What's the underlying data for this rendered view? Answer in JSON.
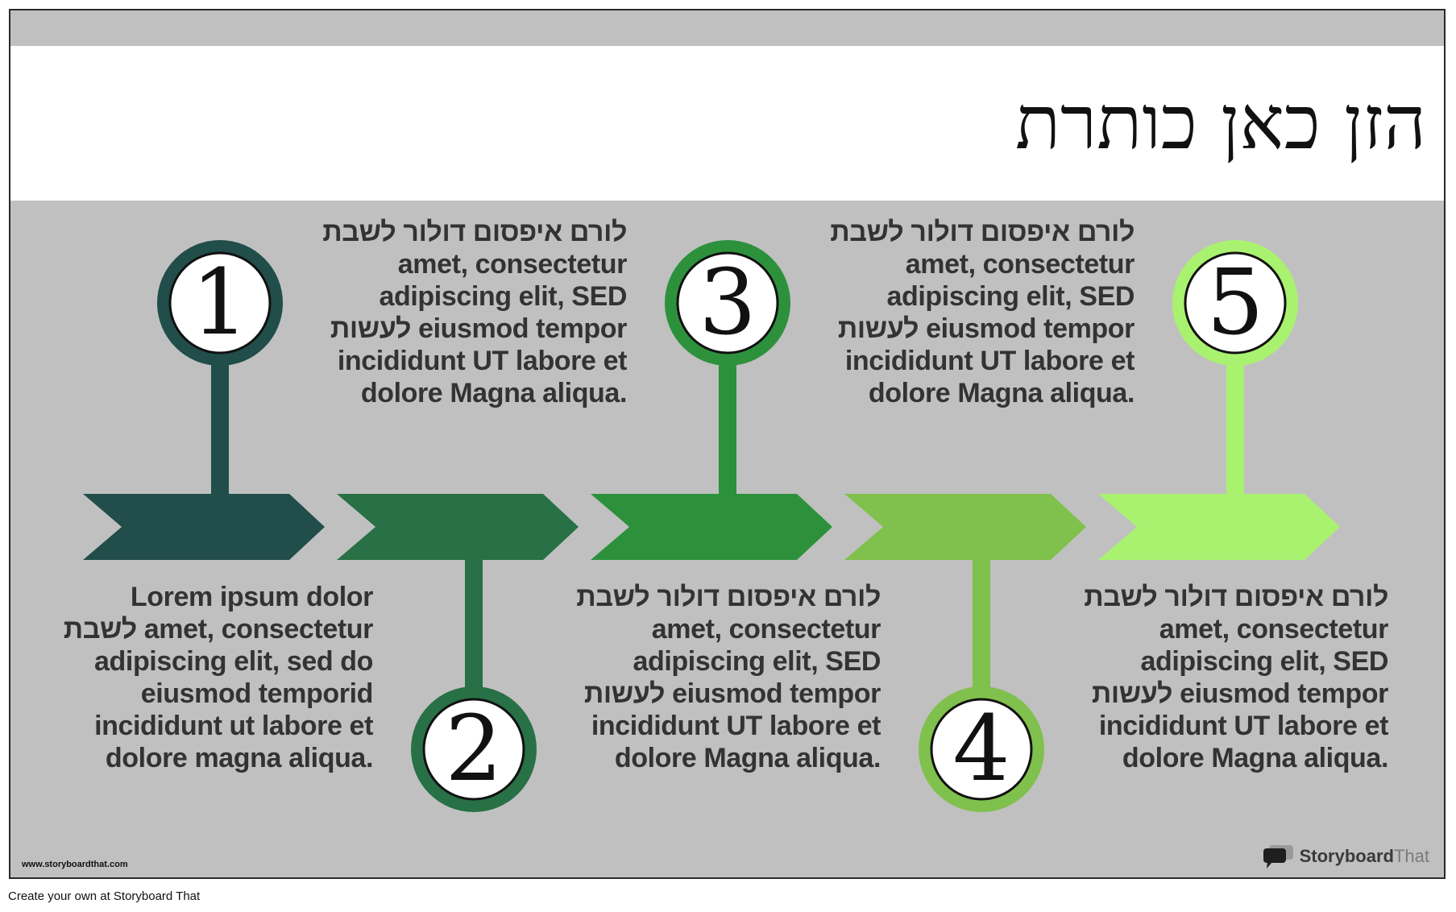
{
  "title": "הזן כאן כותרת",
  "steps": [
    {
      "number": "1",
      "color": "#214d4a",
      "text": "Lorem ipsum dolor\nלשבת amet, consectetur\nadipiscing elit, sed do\neiusmod temporid\nincididunt ut labore et\ndolore magna aliqua."
    },
    {
      "number": "2",
      "color": "#287045",
      "text": "לורם איפסום דולור לשבת\namet, consectetur\nadipiscing elit, SED\nלעשות eiusmod tempor\nincididunt UT labore et\ndolore Magna aliqua."
    },
    {
      "number": "3",
      "color": "#2d913c",
      "text": "לורם איפסום דולור לשבת\namet, consectetur\nadipiscing elit, SED\nלעשות eiusmod tempor\nincididunt UT labore et\ndolore Magna aliqua."
    },
    {
      "number": "4",
      "color": "#80c04c",
      "text": "לורם איפסום דולור לשבת\namet, consectetur\nadipiscing elit, SED\nלעשות eiusmod tempor\nincididunt UT labore et\ndolore Magna aliqua."
    },
    {
      "number": "5",
      "color": "#a9f26f",
      "text": "לורם איפסום דולור לשבת\namet, consectetur\nadipiscing elit, SED\nלעשות eiusmod tempor\nincididunt UT labore et\ndolore Magna aliqua."
    }
  ],
  "website": "www.storyboardthat.com",
  "logo": {
    "part1": "Storyboard",
    "part2": "That",
    "icon": "speech-bubbles-icon"
  },
  "footer": "Create your own at Storyboard That"
}
